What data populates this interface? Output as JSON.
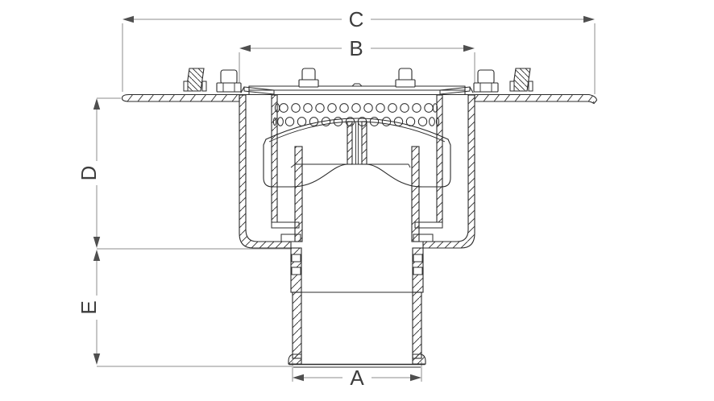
{
  "dimensions": {
    "c": {
      "label": "C"
    },
    "b": {
      "label": "B"
    },
    "d": {
      "label": "D"
    },
    "e": {
      "label": "E"
    },
    "a": {
      "label": "A"
    }
  },
  "colors": {
    "background": "#ffffff",
    "drawing_line": "#2b2b2b",
    "dimension_line": "#8e8e8e",
    "dimension_arrow": "#4f4f4f",
    "dimension_label": "#3d3d3d"
  }
}
